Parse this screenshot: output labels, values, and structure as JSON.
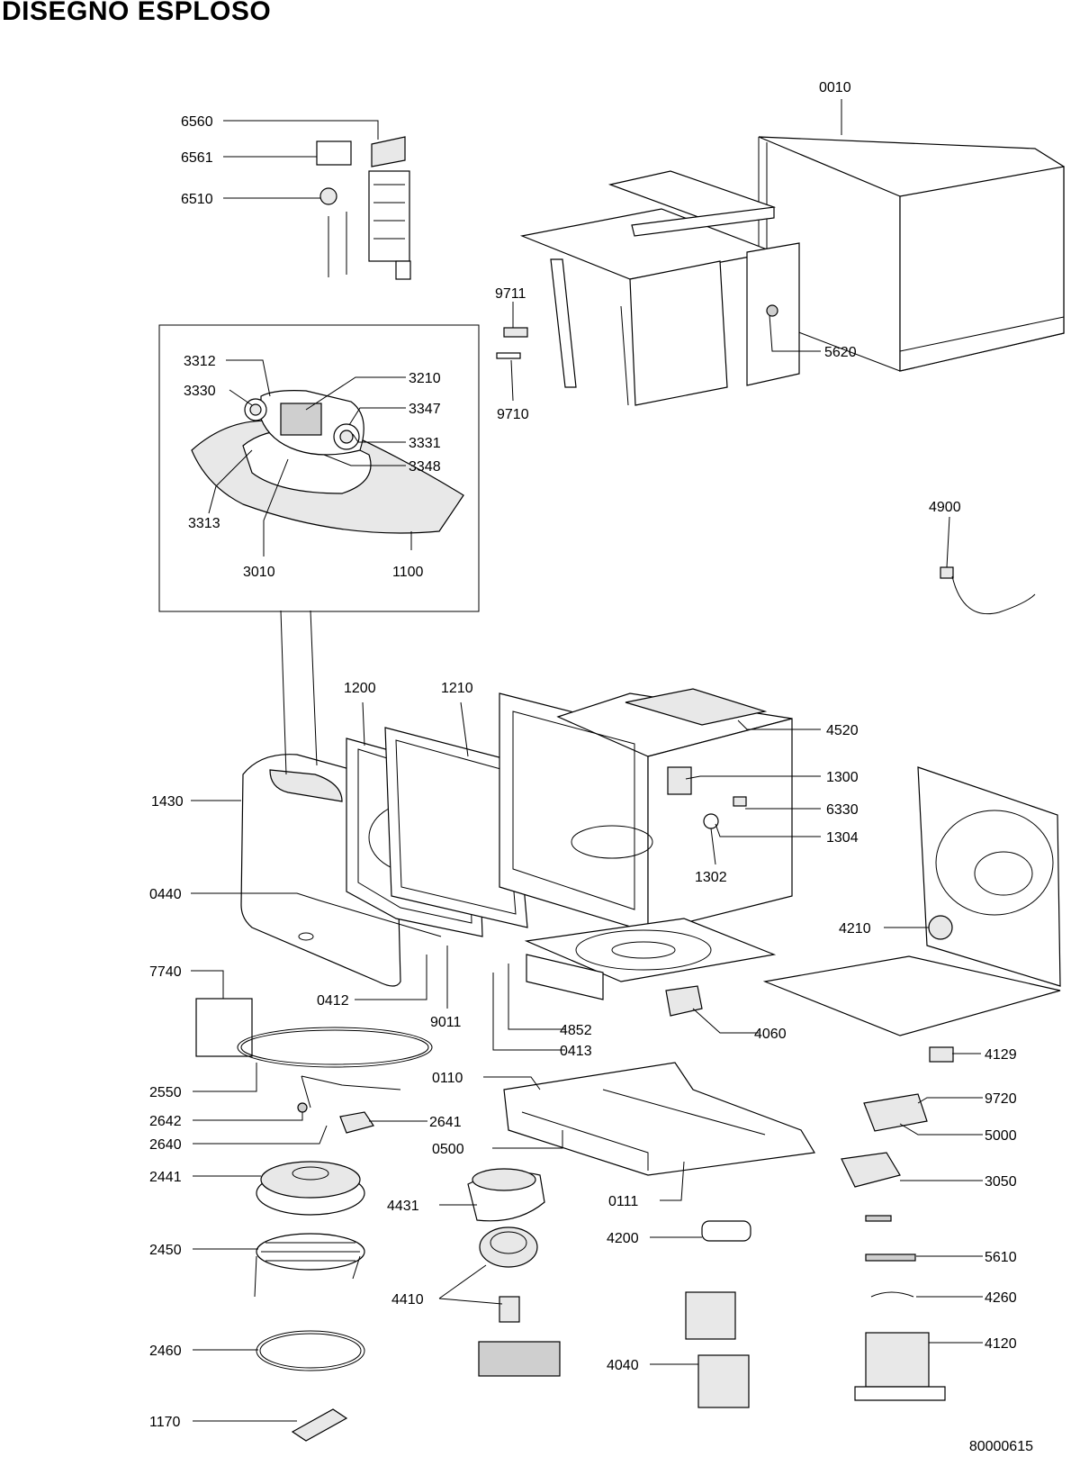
{
  "title": "DISEGNO ESPLOSO",
  "document_code": "80000615",
  "labels": {
    "p0010": "0010",
    "p6560": "6560",
    "p6561": "6561",
    "p6510": "6510",
    "p9711": "9711",
    "p9710": "9710",
    "p5620": "5620",
    "p3312": "3312",
    "p3330": "3330",
    "p3210": "3210",
    "p3347": "3347",
    "p3331": "3331",
    "p3348": "3348",
    "p3313": "3313",
    "p3010": "3010",
    "p1100": "1100",
    "p4900": "4900",
    "p1200": "1200",
    "p1210": "1210",
    "p4520": "4520",
    "p1430": "1430",
    "p1300": "1300",
    "p6330": "6330",
    "p1304": "1304",
    "p1302": "1302",
    "p0440": "0440",
    "p4210": "4210",
    "p7740": "7740",
    "p0412": "0412",
    "p9011": "9011",
    "p4852": "4852",
    "p4060": "4060",
    "p0413": "0413",
    "p4129": "4129",
    "p0110": "0110",
    "p2550": "2550",
    "p9720": "9720",
    "p2642": "2642",
    "p2641": "2641",
    "p5000": "5000",
    "p2640": "2640",
    "p0500": "0500",
    "p2441": "2441",
    "p3050": "3050",
    "p0111": "0111",
    "p4431": "4431",
    "p4200": "4200",
    "p2450": "2450",
    "p5610": "5610",
    "p4410": "4410",
    "p4260": "4260",
    "p2460": "2460",
    "p4120": "4120",
    "p4040": "4040",
    "p1170": "1170"
  }
}
